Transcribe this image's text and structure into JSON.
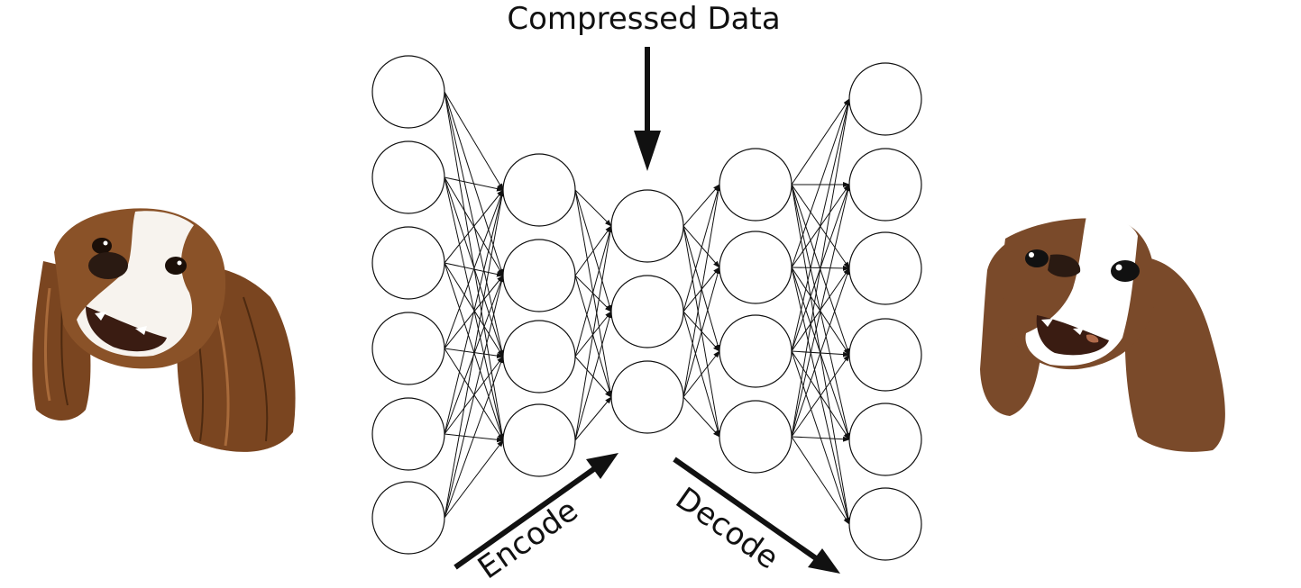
{
  "labels": {
    "compressed": "Compressed Data",
    "encode": "Encode",
    "decode": "Decode"
  },
  "network": {
    "layer_node_counts": [
      6,
      4,
      3,
      4,
      6
    ],
    "edges": "fully-connected between adjacent layers"
  },
  "images": {
    "input": "photo-of-cavalier-spaniel-dog",
    "output": "reconstructed-low-detail-cavalier-spaniel-dog"
  },
  "colors": {
    "stroke": "#111111",
    "dog_brown": "#7a4a2a",
    "dog_brown_dark": "#5a3218",
    "dog_white": "#ffffff"
  }
}
